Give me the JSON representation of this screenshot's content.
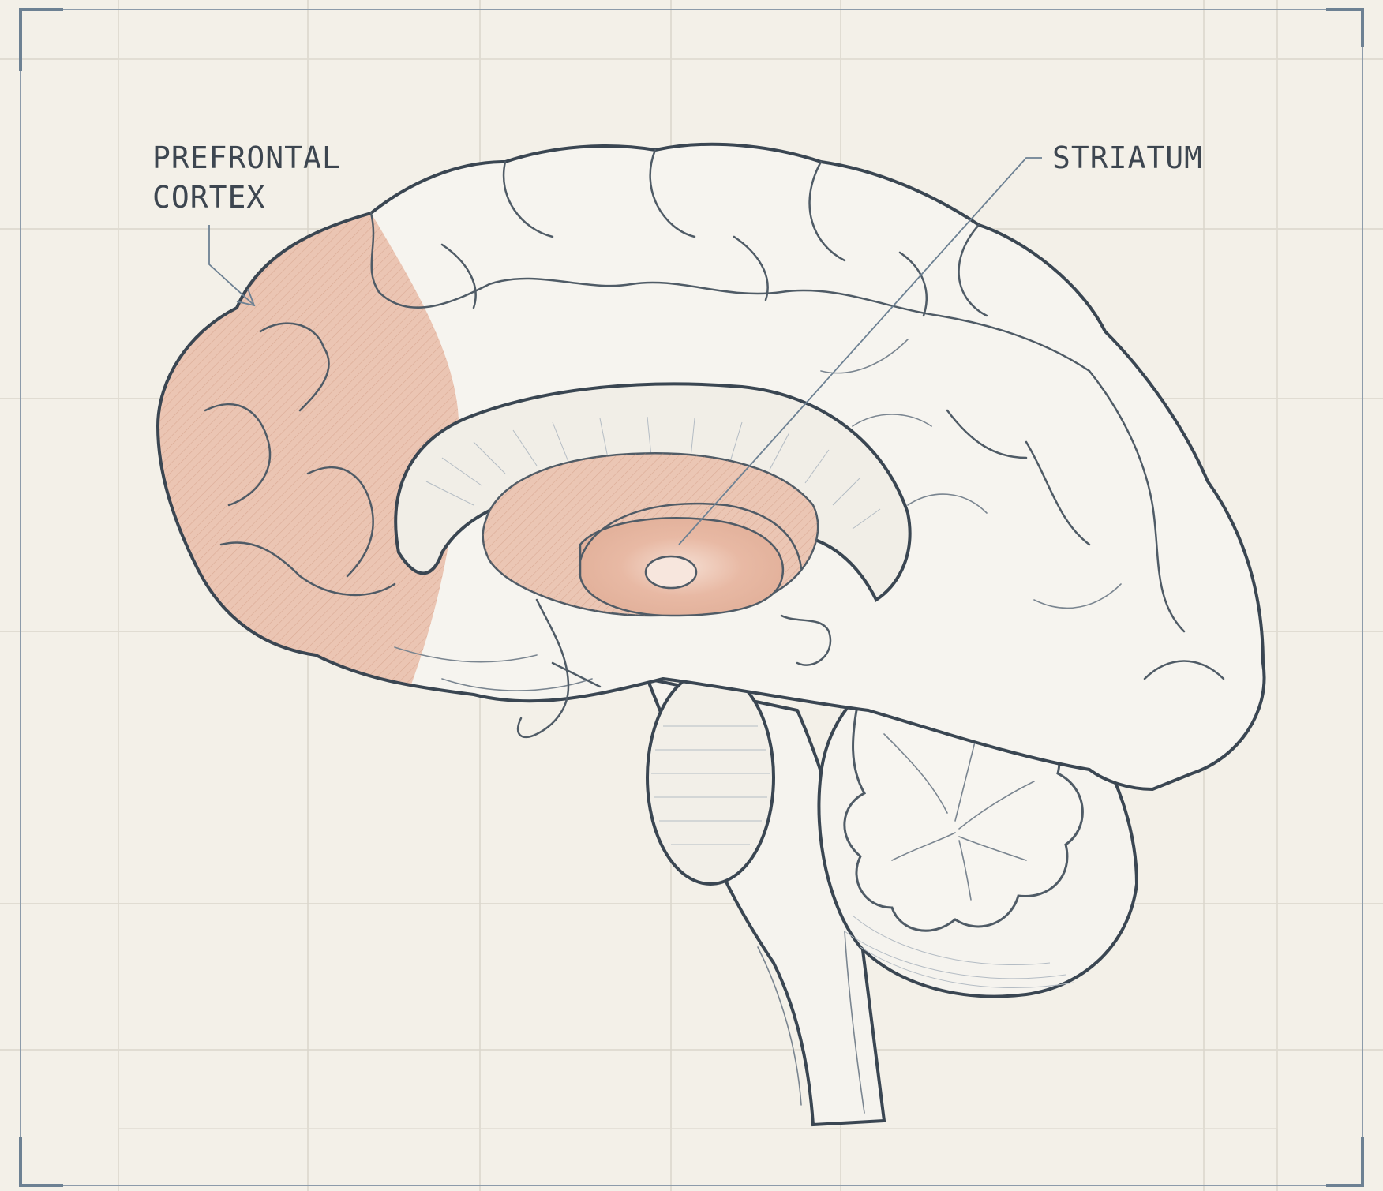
{
  "labels": {
    "prefrontal_line1": "PREFRONTAL",
    "prefrontal_line2": "CORTEX",
    "striatum": "STRIATUM"
  },
  "colors": {
    "background": "#f3f0e8",
    "highlight": "#e8b9a4",
    "outline": "#3a4652",
    "leader": "#6d8193"
  }
}
